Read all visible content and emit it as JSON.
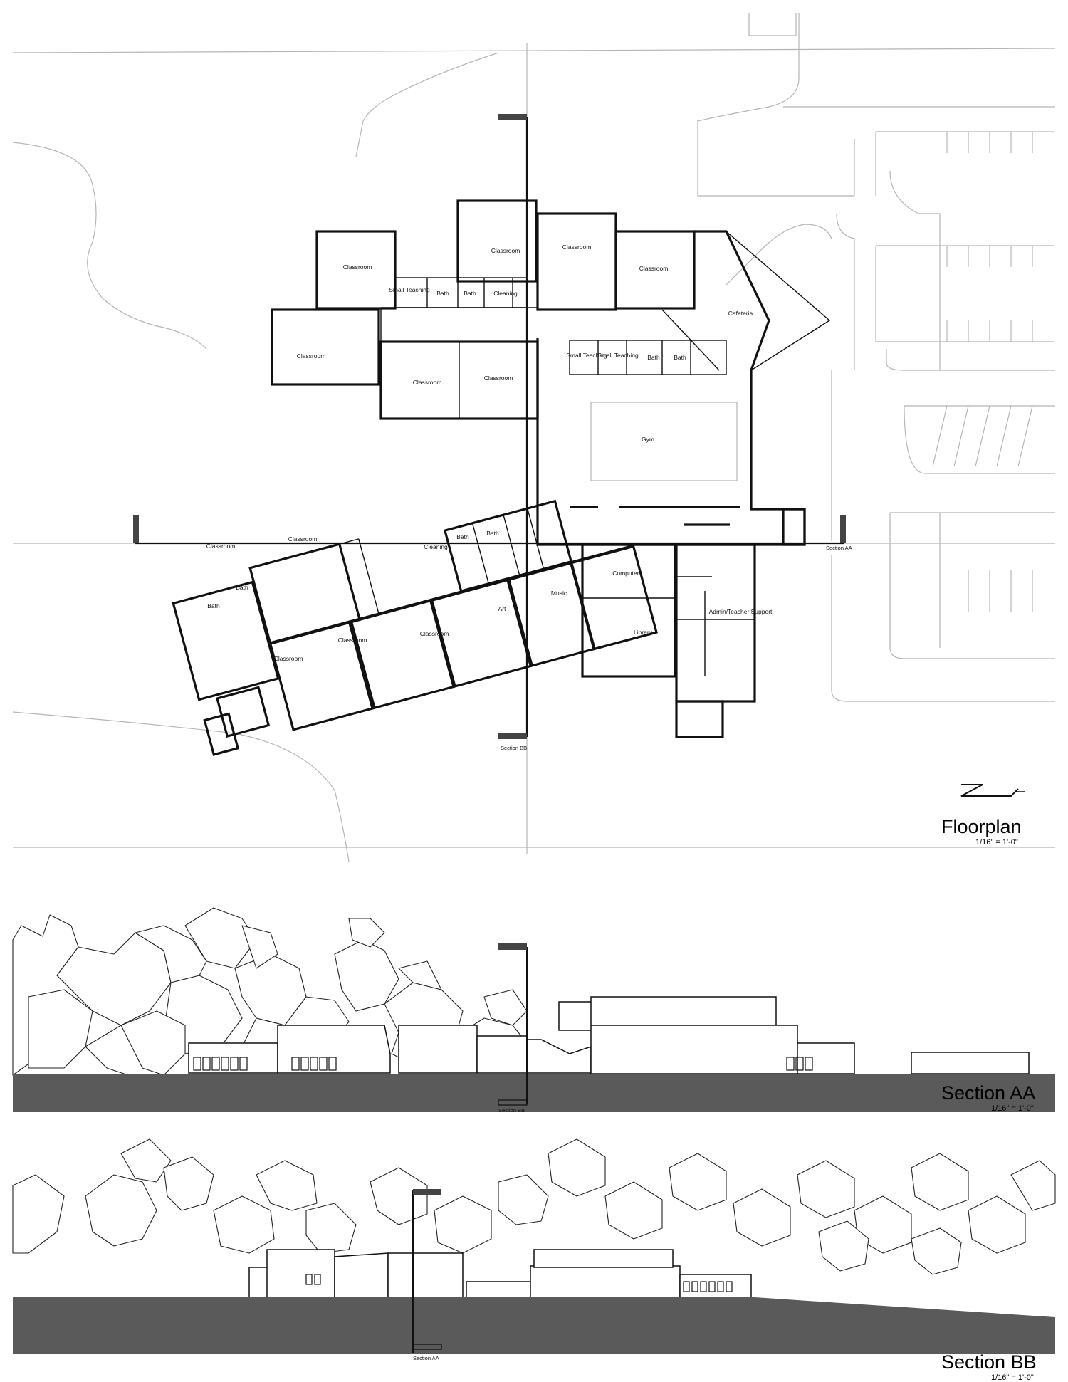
{
  "floorplan": {
    "title": "Floorplan",
    "scale": "1/16\" = 1'-0\"",
    "section_marker_aa": "Section AA",
    "section_marker_bb": "Section BB",
    "rooms": [
      "Classroom",
      "Small Teaching",
      "Bath",
      "Bath",
      "Cleaning",
      "Classroom",
      "Classroom",
      "Classroom",
      "Cafeteria",
      "Classroom",
      "Classroom",
      "Classroom",
      "Small Teaching",
      "Small Teaching",
      "Bath",
      "Bath",
      "Gym",
      "Classroom",
      "Classroom",
      "Bath",
      "Bath",
      "Cleaning",
      "Bath",
      "Bath",
      "Classroom",
      "Classroom",
      "Classroom",
      "Art",
      "Music",
      "Computers",
      "Library",
      "Admin/Teacher Support"
    ]
  },
  "section_aa": {
    "title": "Section AA",
    "scale": "1/16\" = 1'-0\"",
    "marker": "Section BB"
  },
  "section_bb": {
    "title": "Section BB",
    "scale": "1/16\" = 1'-0\"",
    "marker": "Section AA"
  },
  "colors": {
    "ground": "#5a5a5a",
    "site_lines": "#b5b5b5",
    "ink": "#111111"
  }
}
